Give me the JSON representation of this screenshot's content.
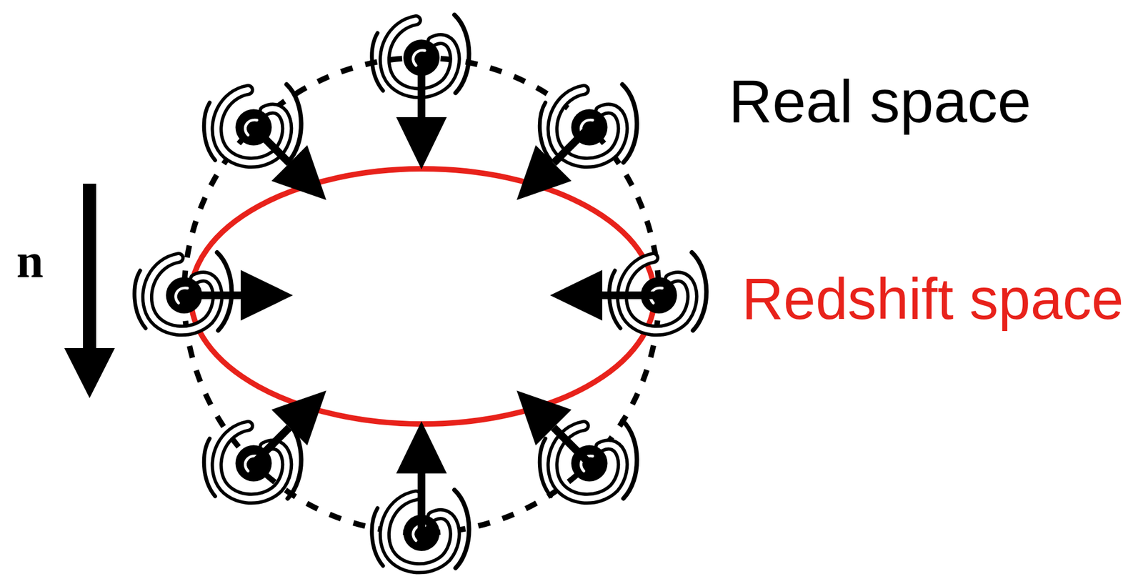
{
  "diagram": {
    "labels": [
      "Real space",
      "Redshift space",
      "n"
    ]
  }
}
